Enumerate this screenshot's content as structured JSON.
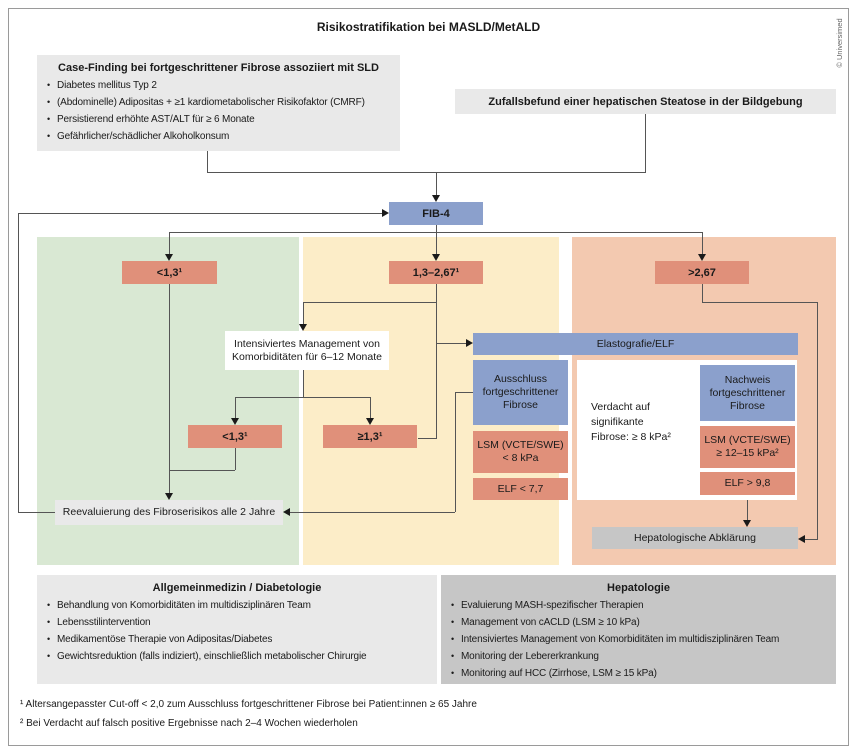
{
  "header": {
    "title": "Risikostratifikation bei MASLD/MetALD",
    "copyright": "© Universimed"
  },
  "case_finding": {
    "title": "Case-Finding bei fortgeschrittener Fibrose assoziiert mit SLD",
    "items": [
      "Diabetes mellitus Typ 2",
      "(Abdominelle) Adipositas + ≥1 kardiometabolischer Risikofaktor (CMRF)",
      "Persistierend erhöhte AST/ALT für ≥ 6 Monate",
      "Gefährlicher/schädlicher Alkoholkonsum"
    ]
  },
  "incidental_finding": {
    "label": "Zufallsbefund einer hepatischen Steatose in der Bildgebung"
  },
  "fib4": {
    "label": "FIB-4"
  },
  "fib4_branches": {
    "low": "<1,3¹",
    "intermediate": "1,3–2,67¹",
    "high": ">2,67"
  },
  "management": {
    "label": "Intensiviertes Management von Komorbiditäten für 6–12 Monate"
  },
  "retest": {
    "low": "<1,3¹",
    "high": "≥1,3¹"
  },
  "reevaluation": {
    "label": "Reevaluierung des Fibroserisikos alle 2 Jahre"
  },
  "elastography": {
    "label": "Elastografie/ELF"
  },
  "exclusion": {
    "title": "Ausschluss fortgeschrittener Fibrose",
    "lsm": "LSM (VCTE/SWE) < 8 kPa",
    "elf": "ELF < 7,7"
  },
  "suspicion": {
    "text": "Verdacht auf signifikante Fibrose: ≥ 8 kPa²"
  },
  "detection": {
    "title": "Nachweis fortgeschrittener Fibrose",
    "lsm": "LSM (VCTE/SWE) ≥ 12–15 kPa²",
    "elf": "ELF > 9,8"
  },
  "hepatology_referral": {
    "label": "Hepatologische Abklärung"
  },
  "primary_care": {
    "title": "Allgemeinmedizin / Diabetologie",
    "items": [
      "Behandlung von Komorbiditäten im multidisziplinären Team",
      "Lebensstilintervention",
      "Medikamentöse Therapie von Adipositas/Diabetes",
      "Gewichtsreduktion (falls indiziert), einschließlich metabolischer Chirurgie"
    ]
  },
  "hepatology": {
    "title": "Hepatologie",
    "items": [
      "Evaluierung MASH-spezifischer Therapien",
      "Management von cACLD (LSM ≥ 10 kPa)",
      "Intensiviertes Management von Komorbiditäten im multidisziplinären Team",
      "Monitoring der Lebererkrankung",
      "Monitoring auf HCC (Zirrhose, LSM ≥ 15 kPa)"
    ]
  },
  "footnotes": [
    "¹ Altersangepasster Cut-off < 2,0 zum Ausschluss fortgeschrittener Fibrose bei Patient:innen ≥ 65 Jahre",
    "² Bei Verdacht auf falsch positive Ergebnisse nach 2–4 Wochen wiederholen"
  ],
  "colors": {
    "low_risk_bg": "#d9e8d3",
    "intermediate_risk_bg": "#fcedc8",
    "high_risk_bg": "#f3c9b0",
    "threshold_box": "#e0907a",
    "action_box_blue": "#8ba0cc",
    "info_box_gray": "#e9e9e9",
    "hepatology_gray": "#c6c6c6"
  }
}
